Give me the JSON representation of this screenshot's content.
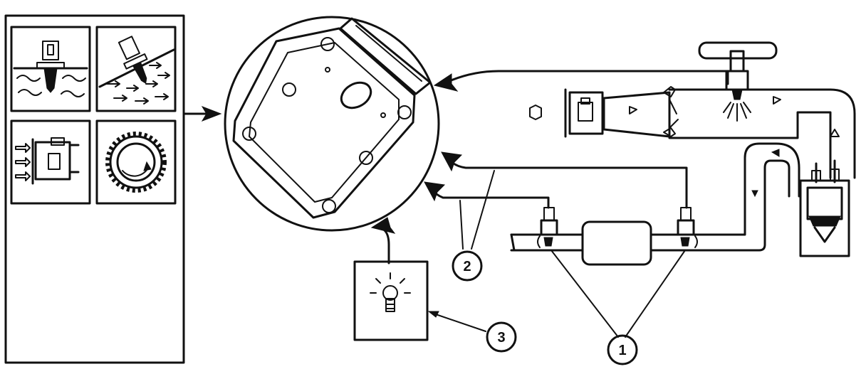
{
  "callouts": [
    {
      "id": "1",
      "label": "1"
    },
    {
      "id": "2",
      "label": "2"
    },
    {
      "id": "3",
      "label": "3"
    }
  ],
  "colors": {
    "ink": "#111111",
    "paper": "#ffffff"
  },
  "icons": [
    "sensor-in-liquid-icon",
    "sensor-in-flow-icon",
    "throttle-body-icon",
    "reluctor-wheel-icon",
    "ecm-module-icon",
    "malfunction-lamp-icon",
    "oxygen-sensor-icon",
    "catalytic-converter-icon",
    "fuel-injector-icon",
    "intake-manifold-icon",
    "engine-cylinder-icon"
  ]
}
